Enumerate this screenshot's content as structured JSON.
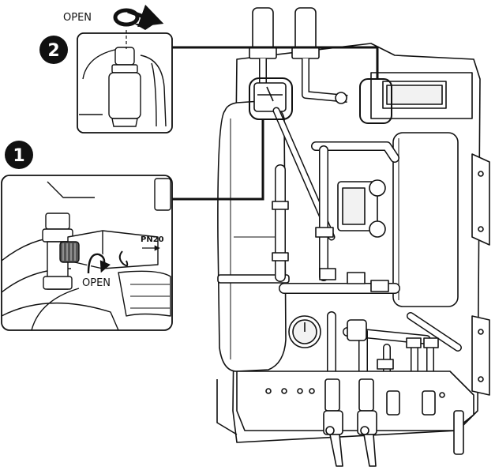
{
  "steps": [
    {
      "number": "2",
      "label": "OPEN"
    },
    {
      "number": "1",
      "label": "OPEN"
    }
  ],
  "valve_marking": "PN20",
  "colors": {
    "line": "#111111",
    "badge": "#111111",
    "badge_text": "#ffffff",
    "panel_fill": "#ffffff",
    "shade": "#f2f2f2"
  },
  "icons": [
    "rotate-open-arrow-icon",
    "curved-open-arrow-icon"
  ]
}
